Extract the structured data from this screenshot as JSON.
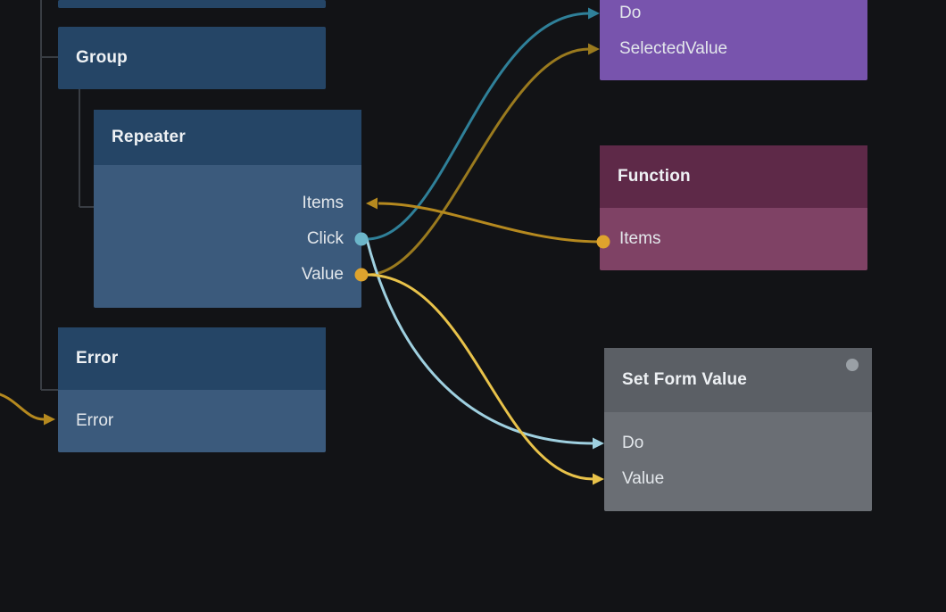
{
  "canvas": {
    "background": "#121316"
  },
  "colors": {
    "blue_header": "#254566",
    "blue_body": "#3b5a7c",
    "purple": "#7854ad",
    "maroon_header": "#5e2948",
    "maroon_body": "#7f4265",
    "gray_header": "#5b5f65",
    "gray_body": "#6a6e74",
    "teal_dark": "#2f8099",
    "teal_light": "#9fd0e0",
    "gold_dark": "#9a7a1e",
    "gold_bright": "#e8c24a",
    "gold_mid": "#b5891f",
    "teal_port": "#6cb6ca",
    "gold_port": "#dea32d",
    "gray_dot": "#9aa0a6",
    "tree_line": "#393d43"
  },
  "nodes": {
    "group": {
      "title": "Group"
    },
    "repeater": {
      "title": "Repeater",
      "ports": {
        "items": "Items",
        "click": "Click",
        "value": "Value"
      }
    },
    "error": {
      "title": "Error",
      "ports": {
        "error": "Error"
      }
    },
    "purple_node": {
      "ports": {
        "do": "Do",
        "selected_value": "SelectedValue"
      }
    },
    "function": {
      "title": "Function",
      "ports": {
        "items": "Items"
      }
    },
    "set_form_value": {
      "title": "Set Form Value",
      "ports": {
        "do": "Do",
        "value": "Value"
      }
    }
  },
  "edges": [
    {
      "from": "Repeater.Click",
      "to": "PurpleNode.Do",
      "color_key": "teal_dark"
    },
    {
      "from": "Repeater.Value",
      "to": "PurpleNode.SelectedValue",
      "color_key": "gold_dark"
    },
    {
      "from": "Function.Items",
      "to": "Repeater.Items",
      "color_key": "gold_mid"
    },
    {
      "from": "Repeater.Click",
      "to": "SetFormValue.Do",
      "color_key": "teal_light"
    },
    {
      "from": "Repeater.Value",
      "to": "SetFormValue.Value",
      "color_key": "gold_bright"
    },
    {
      "from": "offscreen-left",
      "to": "Error.Error",
      "color_key": "gold_mid"
    }
  ]
}
